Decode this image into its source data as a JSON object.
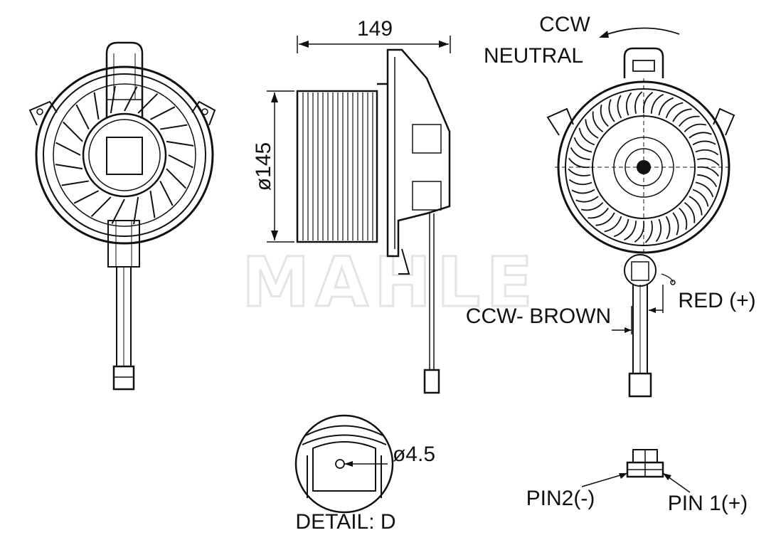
{
  "watermark": {
    "text": "MAHLE"
  },
  "dimensions": {
    "width": "149",
    "diameter": "ø145",
    "hole": "ø4.5"
  },
  "rotation": {
    "direction": "CCW",
    "state": "NEUTRAL"
  },
  "wires": {
    "red": "RED (+)",
    "brown": "CCW- BROWN"
  },
  "detail": {
    "label": "DETAIL: D"
  },
  "connector": {
    "pin2": "PIN2(-)",
    "pin1": "PIN 1(+)"
  },
  "colors": {
    "line": "#111111",
    "watermark": "#e4e4e4"
  }
}
